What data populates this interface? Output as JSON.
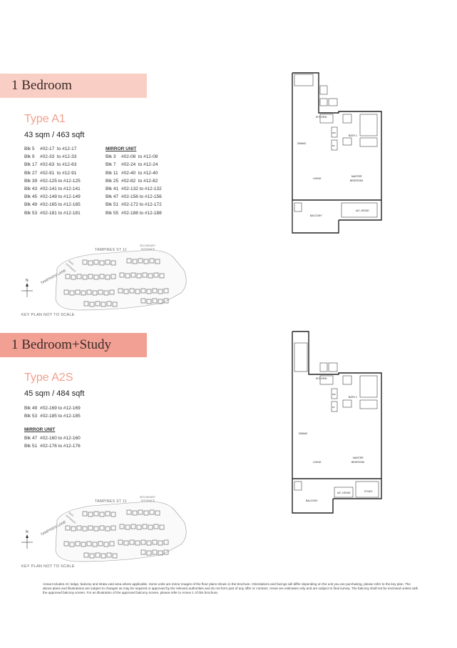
{
  "section1": {
    "band": "1 Bedroom",
    "type": "Type A1",
    "size": "43 sqm / 463 sqft",
    "units": [
      {
        "blk": "Blk 5",
        "range": "#02-17  to #12-17"
      },
      {
        "blk": "Blk 9",
        "range": "#02-33  to #12-33"
      },
      {
        "blk": "Blk 17",
        "range": "#02-63  to #12-63"
      },
      {
        "blk": "Blk 27",
        "range": "#02-91  to #12-91"
      },
      {
        "blk": "Blk 39",
        "range": "#02-125 to #12-125"
      },
      {
        "blk": "Blk 43",
        "range": "#02-141 to #12-141"
      },
      {
        "blk": "Blk 45",
        "range": "#02-149 to #12-149"
      },
      {
        "blk": "Blk 49",
        "range": "#02-165 to #12-165"
      },
      {
        "blk": "Blk 53",
        "range": "#02-181 to #12-181"
      }
    ],
    "mirror_label": "MIRROR UNIT",
    "mirror_units": [
      {
        "blk": "Blk 3",
        "range": "#02-08  to #12-08"
      },
      {
        "blk": "Blk 7",
        "range": "#02-24  to #12-24"
      },
      {
        "blk": "Blk 11",
        "range": "#02-40  to #12-40"
      },
      {
        "blk": "Blk 25",
        "range": "#02-82  to #12-82"
      },
      {
        "blk": "Blk 41",
        "range": "#02-132 to #12-132"
      },
      {
        "blk": "Blk 47",
        "range": "#02-156 to #12-156"
      },
      {
        "blk": "Blk 51",
        "range": "#02-172 to #12-172"
      },
      {
        "blk": "Blk 55",
        "range": "#02-188 to #12-188"
      }
    ],
    "keyplan_note": "KEY PLAN NOT TO SCALE"
  },
  "section2": {
    "band": "1 Bedroom+Study",
    "type": "Type A2S",
    "size": "45 sqm / 484 sqft",
    "units": [
      {
        "blk": "Blk 49",
        "range": "#02-169 to #12-169"
      },
      {
        "blk": "Blk 53",
        "range": "#02-185 to #12-185"
      }
    ],
    "mirror_label": "MIRROR UNIT",
    "mirror_units": [
      {
        "blk": "Blk 47",
        "range": "#02-160 to #12-160"
      },
      {
        "blk": "Blk 51",
        "range": "#02-176 to #12-176"
      }
    ],
    "keyplan_note": "KEY PLAN NOT TO SCALE"
  },
  "keyplan": {
    "street": "TAMPINES ST 11",
    "secondary": "SECONDARY",
    "entrance": "ENTRANCE",
    "lane": "TAMPINES LANE",
    "main": "MAIN",
    "main_entrance": "ENTRANCE",
    "north": "N"
  },
  "floorplan1": {
    "kitchen": "KITCHEN",
    "bath": "BATH 1",
    "dining": "DINING",
    "living": "LIVING",
    "master": "MASTER",
    "bedroom": "BEDROOM",
    "balcony": "BALCONY",
    "ac_ledge": "A/C LEDGE",
    "wm": "WM",
    "fr": "FR"
  },
  "floorplan2": {
    "kitchen": "KITCHEN",
    "bath": "BATH 1",
    "dining": "DINING",
    "living": "LIVING",
    "master": "MASTER",
    "bedroom": "BEDROOM",
    "balcony": "BALCONY",
    "ac_ledge": "A/C LEDGE",
    "study": "STUDY",
    "wm": "WM",
    "fr": "FR"
  },
  "footnote": "Areas includes AC ledge, balcony and strata void area where applicable. Some units are mirror images of the floor plans shown in the brochure. Orientations and facings will differ depending on the unit you are purchasing, please refer to the key plan. The above plans and illustrations are subject to changes as may be required or approved by the relevant authorities and do not form part of any offer or contract. Areas are estimates only and are subject to final survey. The balcony shall not be enclosed unless with the approved balcony screen. For an illustration of the approved balcony screen, please refer to Annex 1 of this brochure."
}
